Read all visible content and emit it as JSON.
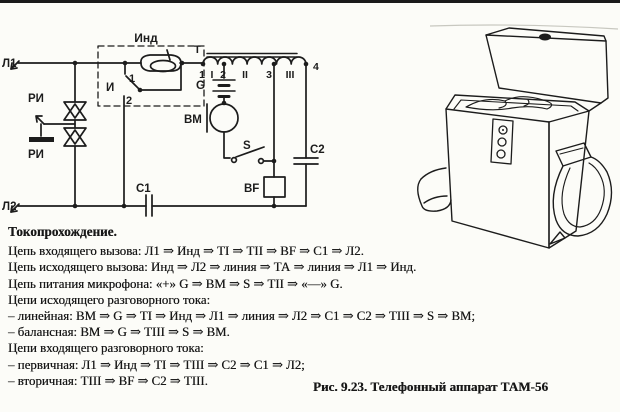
{
  "colors": {
    "ink": "#1c1c1c",
    "paper": "#fcfcf8",
    "fold_line": "#c8c8c0"
  },
  "schematic": {
    "terminal_l1": "Л1",
    "terminal_l2": "Л2",
    "arrester_top": "РИ",
    "arrester_bottom": "РИ",
    "inductor_box": "Инд",
    "hook_switch": "И",
    "hook_contact_1": "1",
    "hook_contact_2": "2",
    "transformer": "Т",
    "taps": [
      "1",
      "I",
      "2",
      "II",
      "3",
      "III",
      "4"
    ],
    "battery": "G",
    "microphone": "ВМ",
    "talk_switch": "S",
    "receiver": "BF",
    "capacitor_1": "С1",
    "capacitor_2": "С2"
  },
  "text": {
    "heading": "Токопрохождение.",
    "lines": [
      "Цепь входящего вызова: Л1 ⇒ Инд ⇒ ТI ⇒ ТII ⇒ BF ⇒ С1 ⇒ Л2.",
      "Цепь исходящего вызова: Инд ⇒ Л2 ⇒ линия ⇒ ТА ⇒ линия ⇒ Л1 ⇒ Инд.",
      "Цепь питания микрофона: «+» G ⇒ ВМ ⇒ S ⇒ ТII ⇒ «—» G.",
      "Цепи исходящего разговорного тока:",
      "– линейная: ВМ ⇒ G ⇒ ТI ⇒ Инд ⇒ Л1 ⇒ линия ⇒ Л2 ⇒ С1 ⇒ С2 ⇒ ТIII ⇒ S ⇒ ВМ;",
      "– балансная: ВМ ⇒ G ⇒ ТIII ⇒ S ⇒ ВМ.",
      "Цепи входящего разговорного тока:",
      "– первичная: Л1 ⇒ Инд ⇒ ТI ⇒ ТIII ⇒ С2 ⇒ С1 ⇒ Л2;",
      "– вторичная: ТIII ⇒ BF ⇒ С2 ⇒ ТIII."
    ],
    "caption": "Рис. 9.23. Телефонный аппарат ТАМ-56"
  }
}
